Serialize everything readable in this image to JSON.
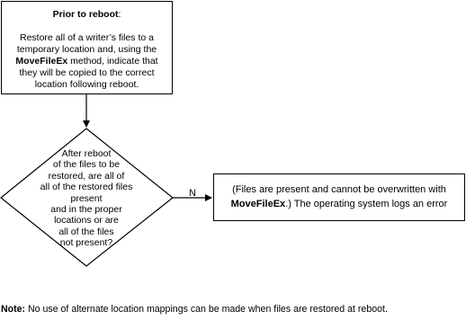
{
  "prior_box": {
    "title": "Prior to reboot",
    "title_colon": ":",
    "text_part1": "Restore all of a writer’s files to a temporary location and, using the",
    "method": "MoveFileEx",
    "text_part2": "method, indicate that they will be copied to the correct location following reboot."
  },
  "decision": {
    "lines": [
      "After reboot",
      "of the files to be",
      "restored, are all of",
      "all of the restored files present",
      "and in the proper",
      "locations or are",
      "all of the files",
      "not present?"
    ]
  },
  "branch_label": "N",
  "result_box": {
    "text_part1": "(Files are present and cannot be overwritten with",
    "method": "MoveFileEx",
    "text_part2": ".) The operating system logs an error"
  },
  "note": {
    "label": "Note:",
    "text": "No use of alternate location mappings can be made when files are restored at reboot."
  }
}
